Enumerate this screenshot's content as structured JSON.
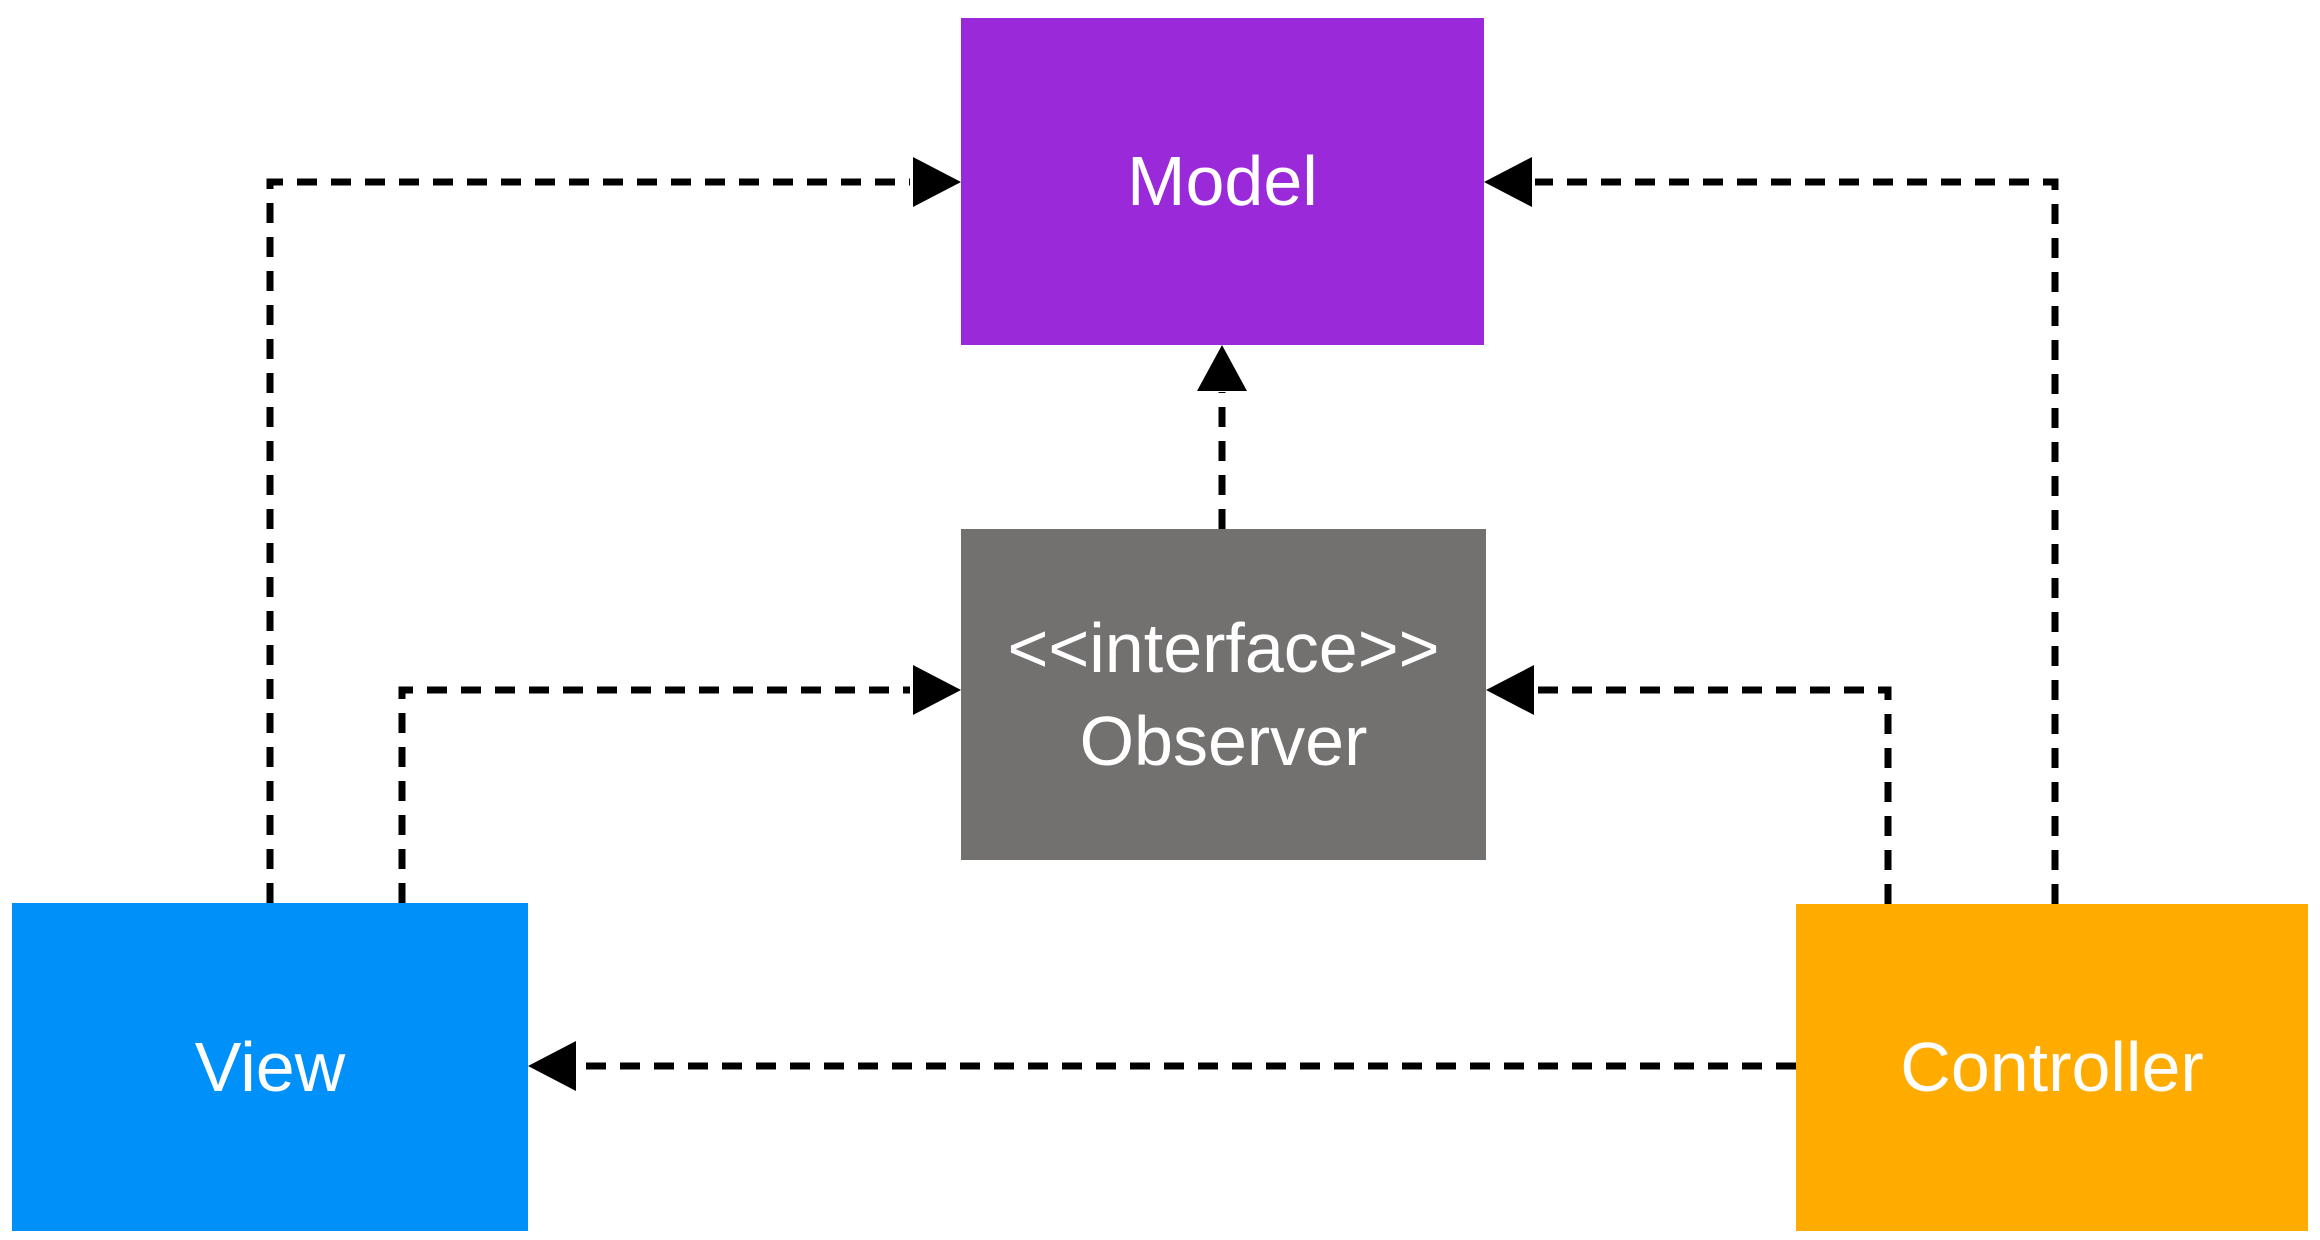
{
  "canvas": {
    "background": "#ffffff"
  },
  "colors": {
    "connector": "#000000"
  },
  "nodes": [
    {
      "id": "model",
      "label": "Model",
      "color": "#9a2ad9",
      "text_color": "#ffffff"
    },
    {
      "id": "observer",
      "label_line1": "<<interface>>",
      "label_line2": "Observer",
      "color": "#737070",
      "text_color": "#ffffff"
    },
    {
      "id": "view",
      "label": "View",
      "color": "#0090fa",
      "text_color": "#ffffff"
    },
    {
      "id": "controller",
      "label": "Controller",
      "color": "#ffab00",
      "text_color": "#ffffff"
    }
  ],
  "edges": [
    {
      "from": "view",
      "to": "model",
      "style": "dashed",
      "arrow_at": "model-left"
    },
    {
      "from": "controller",
      "to": "model",
      "style": "dashed",
      "arrow_at": "model-right"
    },
    {
      "from": "observer",
      "to": "model",
      "style": "dashed",
      "arrow_at": "model-bottom"
    },
    {
      "from": "view",
      "to": "observer",
      "style": "dashed",
      "arrow_at": "observer-left"
    },
    {
      "from": "controller",
      "to": "observer",
      "style": "dashed",
      "arrow_at": "observer-right"
    },
    {
      "from": "controller",
      "to": "view",
      "style": "dashed",
      "arrow_at": "view-right"
    }
  ]
}
